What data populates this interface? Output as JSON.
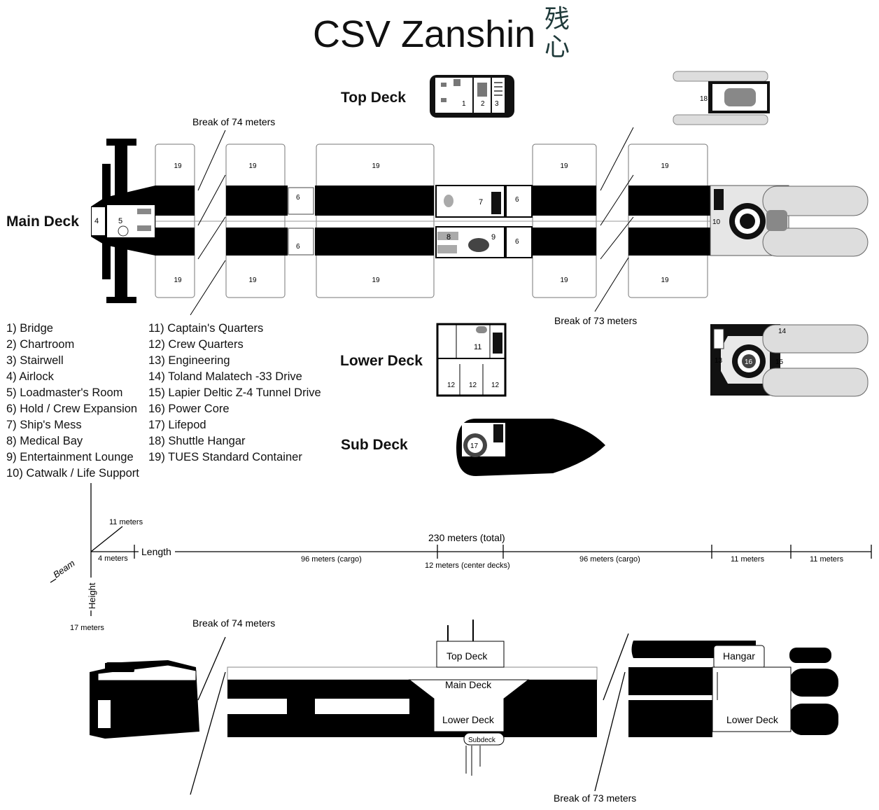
{
  "title": "CSV Zanshin",
  "logo_kanji": "残心",
  "decks": {
    "top": "Top Deck",
    "main": "Main Deck",
    "lower": "Lower Deck",
    "sub": "Sub Deck"
  },
  "breaks": {
    "b74": "Break of 74 meters",
    "b73": "Break of 73 meters"
  },
  "room_numbers": {
    "r1": "1",
    "r2": "2",
    "r3": "3",
    "r4": "4",
    "r5": "5",
    "r6": "6",
    "r7": "7",
    "r8": "8",
    "r9": "9",
    "r10": "10",
    "r11": "11",
    "r12": "12",
    "r13": "13",
    "r14": "14",
    "r15": "15",
    "r16": "16",
    "r17": "17",
    "r18": "18",
    "r19": "19"
  },
  "legend": [
    "1) Bridge",
    "2) Chartroom",
    "3) Stairwell",
    "4) Airlock",
    "5) Loadmaster's Room",
    "6) Hold / Crew Expansion",
    "7) Ship's Mess",
    "8) Medical Bay",
    "9) Entertainment Lounge",
    "10) Catwalk / Life Support",
    "11) Captain's Quarters",
    "12) Crew Quarters",
    "13) Engineering",
    "14) Toland Malatech -33 Drive",
    "15) Lapier Deltic Z-4 Tunnel Drive",
    "16) Power Core",
    "17) Lifepod",
    "18) Shuttle Hangar",
    "19) TUES Standard Container"
  ],
  "dimensions": {
    "beam": "Beam",
    "beam_value": "11 meters",
    "height": "Height",
    "height_value": "17 meters",
    "length": "Length",
    "total": "230 meters (total)",
    "nose": "4 meters",
    "cargo1": "96 meters (cargo)",
    "center": "12 meters (center decks)",
    "cargo2": "96 meters (cargo)",
    "eng1": "11 meters",
    "eng2": "11 meters"
  },
  "side_view": {
    "top_deck": "Top Deck",
    "main_deck": "Main Deck",
    "lower_deck": "Lower Deck",
    "subdeck": "Subdeck",
    "hangar": "Hangar",
    "lower_deck_aft": "Lower Deck"
  }
}
